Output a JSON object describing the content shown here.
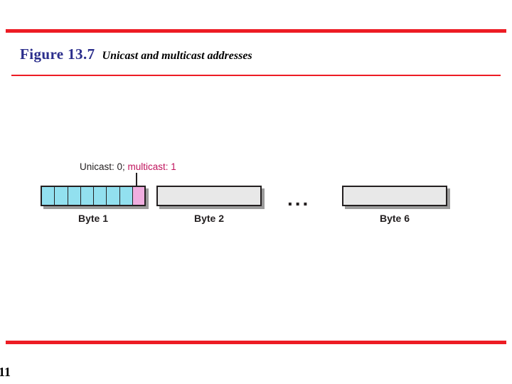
{
  "slide": {
    "number": "11",
    "accent_color": "#ed1c24",
    "title_color": "#2b2e8c"
  },
  "header": {
    "figure_label": "Figure 13.7",
    "caption": "Unicast and multicast addresses"
  },
  "figure": {
    "annotation": {
      "unicast_text": "Unicast: 0;",
      "multicast_text": "multicast: 1",
      "multicast_color": "#c0125c"
    },
    "ellipsis": "...",
    "bytes": [
      {
        "label": "Byte 1",
        "fill": "#92e0ef",
        "highlight_fill": "#f0aee0",
        "cells": 8
      },
      {
        "label": "Byte 2",
        "fill": "#e8e8e8",
        "cells": 0
      },
      {
        "label": "Byte 6",
        "fill": "#e8e8e8",
        "cells": 0
      }
    ]
  }
}
